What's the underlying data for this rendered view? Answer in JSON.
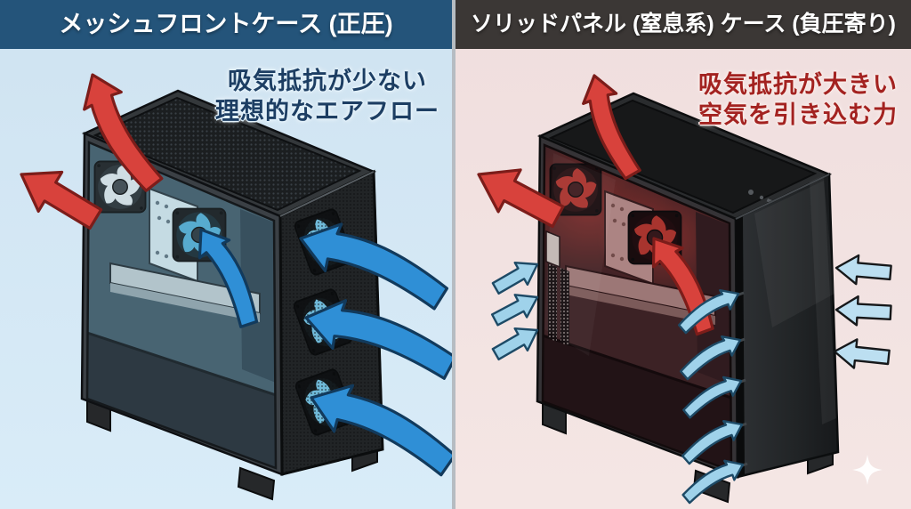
{
  "colors": {
    "left-bg": "#cfe3f1",
    "left-banner": "#24547a",
    "left-annotation": "#1d3e63",
    "right-bg": "#f0dede",
    "right-banner": "#3b3735",
    "right-annotation": "#a32220",
    "banner-text": "#ffffff",
    "arrow-red": "#d8423c",
    "arrow-red-outline": "#7c1d1a",
    "arrow-blue": "#2f8fd6",
    "arrow-blue-outline": "#123a5c",
    "arrow-blue-light": "#9fd2ea",
    "divider": "#b6bcc2"
  },
  "left_panel": {
    "header": "メッシュフロントケース (正圧)",
    "annotation": {
      "line1": "吸気抵抗が少ない",
      "line2": "理想的なエアフロー"
    }
  },
  "right_panel": {
    "header": "ソリッドパネル (窒息系) ケース (負圧寄り)",
    "annotation": {
      "line1": "吸気抵抗が大きい",
      "line2": "空気を引き込む力"
    }
  }
}
